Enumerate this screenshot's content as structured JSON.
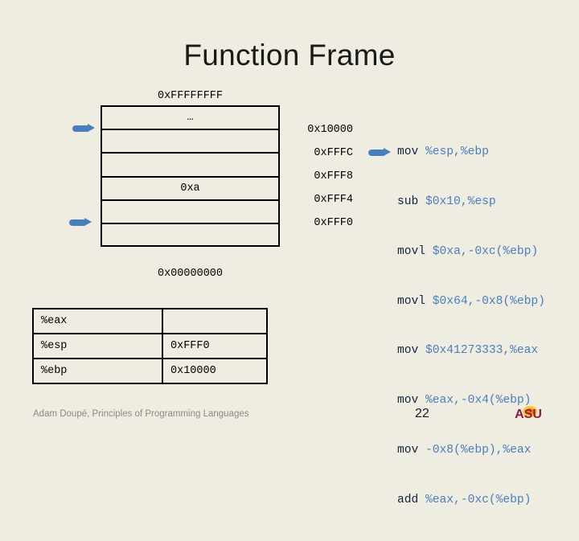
{
  "slide": {
    "title": "Function Frame",
    "background_color": "#efede2"
  },
  "stack": {
    "top_label": "0xFFFFFFFF",
    "bottom_label": "0x00000000",
    "rows": [
      {
        "value": "…"
      },
      {
        "value": ""
      },
      {
        "value": ""
      },
      {
        "value": "0xa"
      },
      {
        "value": ""
      },
      {
        "value": ""
      }
    ],
    "addresses": [
      {
        "label": "0x10000"
      },
      {
        "label": "0xFFFC"
      },
      {
        "label": "0xFFF8"
      },
      {
        "label": "0xFFF4"
      },
      {
        "label": "0xFFF0"
      }
    ],
    "markers": [
      {
        "name": "ebp-pointer-arrow"
      },
      {
        "name": "esp-pointer-arrow"
      }
    ]
  },
  "code": {
    "accent_color": "#4a7ebb",
    "current_line_marker": "current-instruction-arrow",
    "lines": [
      {
        "op": "mov ",
        "arg": "%esp,%ebp"
      },
      {
        "op": "sub ",
        "arg": "$0x10,%esp"
      },
      {
        "op": "movl ",
        "arg": "$0xa,-0xc(%ebp)"
      },
      {
        "op": "movl ",
        "arg": "$0x64,-0x8(%ebp)"
      },
      {
        "op": "mov ",
        "arg": "$0x41273333,%eax"
      },
      {
        "op": "mov ",
        "arg": "%eax,-0x4(%ebp)"
      },
      {
        "op": "mov ",
        "arg": "-0x8(%ebp),%eax"
      },
      {
        "op": "add ",
        "arg": "%eax,-0xc(%ebp)"
      }
    ]
  },
  "registers": {
    "rows": [
      {
        "name": "%eax",
        "value": ""
      },
      {
        "name": "%esp",
        "value": "0xFFF0"
      },
      {
        "name": "%ebp",
        "value": "0x10000"
      }
    ]
  },
  "footer": {
    "credit": "Adam Doupé, Principles of Programming Languages",
    "page_number": "22",
    "logo_text": "ASU",
    "logo_maroon": "#8C1D40",
    "logo_gold": "#FFC627"
  }
}
